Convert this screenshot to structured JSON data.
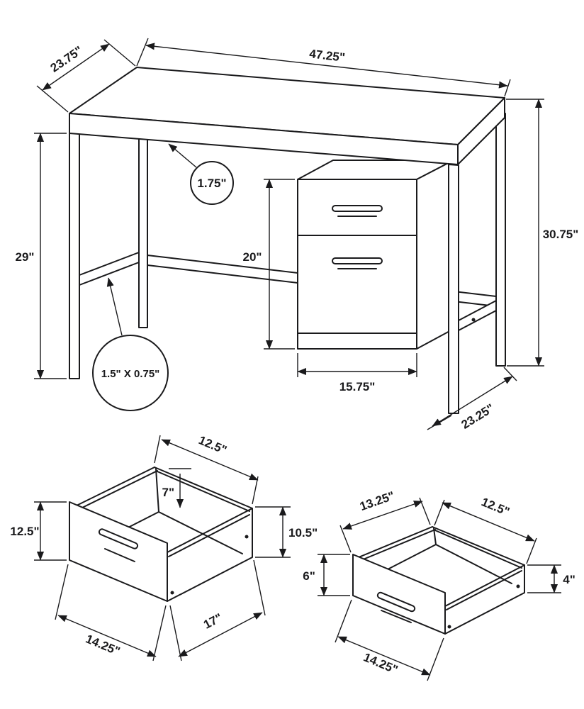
{
  "colors": {
    "ink": "#1a1a1c",
    "background": "#ffffff"
  },
  "desk": {
    "top_width": "47.25\"",
    "top_depth": "23.75\"",
    "top_thickness": "1.75\"",
    "height_left": "29\"",
    "height_overall": "30.75\"",
    "pedestal_height": "20\"",
    "pedestal_width": "15.75\"",
    "base_depth": "23.25\"",
    "tube_size": "1.5\" X 0.75\""
  },
  "large_drawer": {
    "top_width": "12.5\"",
    "inner_height": "7\"",
    "side_height": "10.5\"",
    "front_height": "12.5\"",
    "front_width": "14.25\"",
    "side_depth": "17\""
  },
  "small_drawer": {
    "side_depth": "13.25\"",
    "top_width": "12.5\"",
    "front_height": "6\"",
    "side_height": "4\"",
    "front_width": "14.25\""
  }
}
